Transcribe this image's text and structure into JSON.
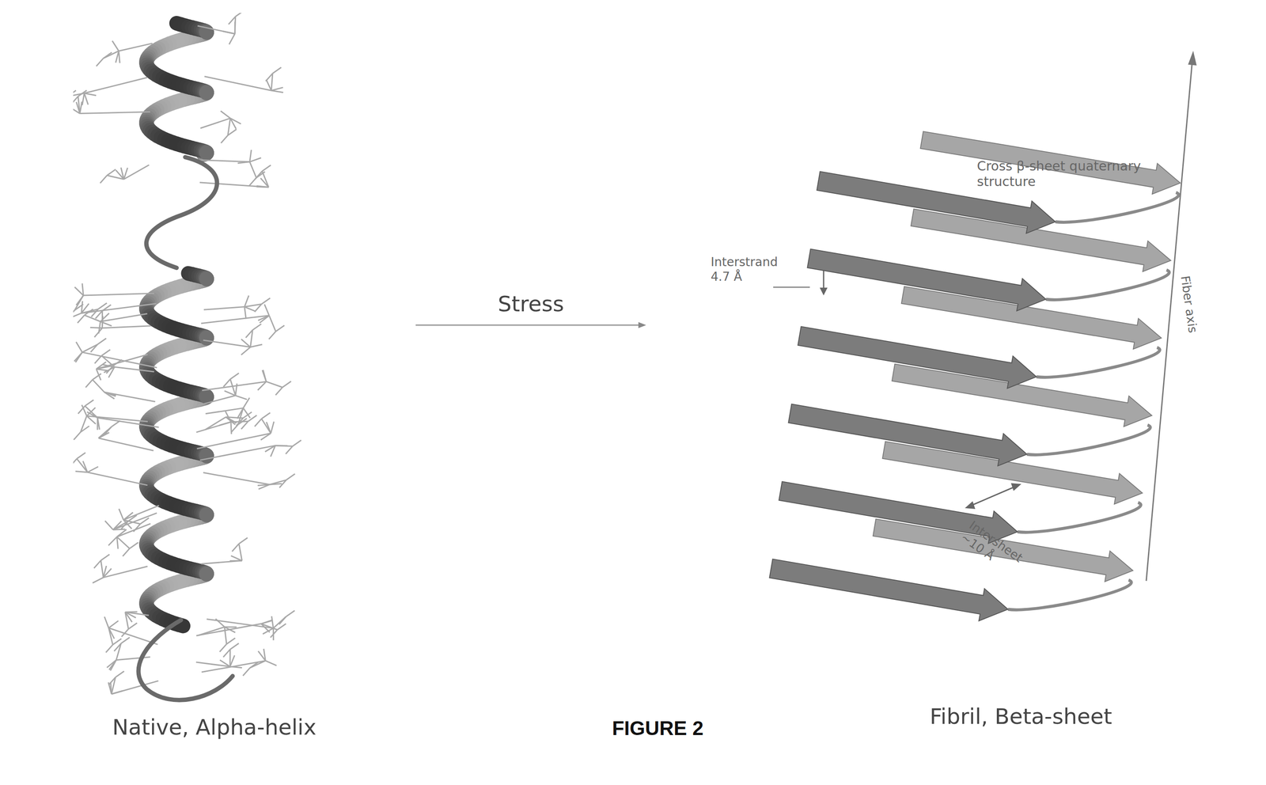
{
  "diagram": {
    "caption": "FIGURE 2",
    "nodes": [
      {
        "text": [
          "Native, Alpha-helix"
        ]
      },
      {
        "text": [
          "Fibril, Beta-sheet"
        ]
      }
    ],
    "edges": [
      {
        "from": 0,
        "to": 1,
        "label": "Stress",
        "arrow": "to"
      }
    ],
    "labels": [
      "Cross β-sheet quaternary structure",
      "Interstrand 4.7 Å",
      "Intersheet ~10 Å",
      "Fiber axis"
    ]
  }
}
